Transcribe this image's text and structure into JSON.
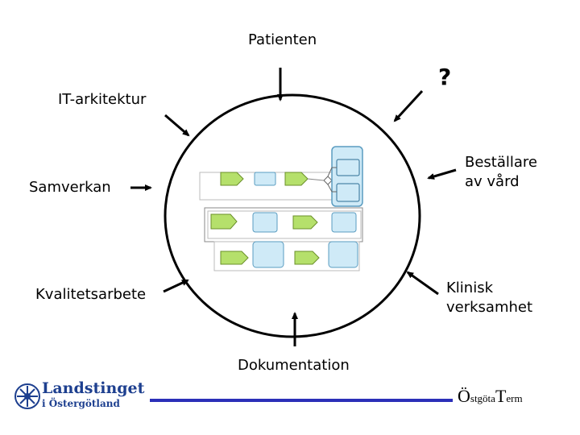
{
  "labels": {
    "patienten": "Patienten",
    "question": "?",
    "it_arkitektur": "IT-arkitektur",
    "bestallare_line1": "Beställare",
    "bestallare_line2": "av vård",
    "samverkan": "Samverkan",
    "kvalitetsarbete": "Kvalitetsarbete",
    "klinisk_line1": "Klinisk",
    "klinisk_line2": "verksamhet",
    "dokumentation": "Dokumentation"
  },
  "logo": {
    "line1": "Landstinget",
    "line2": "i Östergötland"
  },
  "brand": {
    "part1": "Ö",
    "part2": "stgöta",
    "part3": "T",
    "part4": "erm"
  },
  "colors": {
    "arrow": "#000000",
    "circle": "#000000",
    "process_green": "#b5e06b",
    "process_blue": "#cfeaf7",
    "footer_line": "#2b2fb8",
    "logo_blue": "#1d3f8f"
  }
}
